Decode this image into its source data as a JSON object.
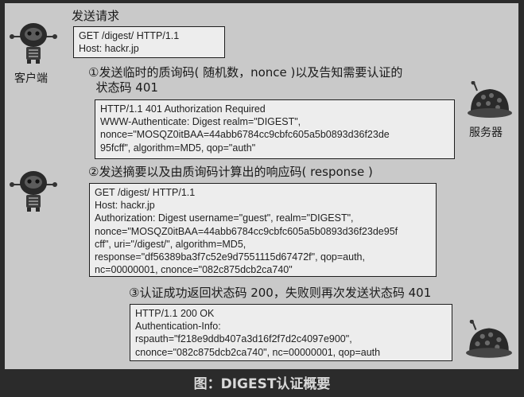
{
  "figure": {
    "caption": "图：DIGEST认证概要"
  },
  "client_label": "客户端",
  "server_label": "服务器",
  "steps": [
    {
      "heading": "发送请求",
      "message": "GET /digest/ HTTP/1.1\nHost: hackr.jp"
    },
    {
      "heading": "①发送临时的质询码( 随机数，nonce )以及告知需要认证的\n  状态码 401",
      "message": "HTTP/1.1 401 Authorization Required\nWWW-Authenticate: Digest realm=\"DIGEST\",\nnonce=\"MOSQZ0itBAA=44abb6784cc9cbfc605a5b0893d36f23de\n95fcff\", algorithm=MD5, qop=\"auth\""
    },
    {
      "heading": "②发送摘要以及由质询码计算出的响应码( response )",
      "message": "GET /digest/ HTTP/1.1\nHost: hackr.jp\nAuthorization: Digest username=\"guest\", realm=\"DIGEST\",\nnonce=\"MOSQZ0itBAA=44abb6784cc9cbfc605a5b0893d36f23de95f\ncff\", uri=\"/digest/\", algorithm=MD5,\nresponse=\"df56389ba3f7c52e9d7551115d67472f\", qop=auth,\nnc=00000001, cnonce=\"082c875dcb2ca740\""
    },
    {
      "heading": "③认证成功返回状态码 200，失败则再次发送状态码 401",
      "message": "HTTP/1.1 200 OK\nAuthentication-Info:\nrspauth=\"f218e9ddb407a3d16f2f7d2c4097e900\",\ncnonce=\"082c875dcb2ca740\", nc=00000001, qop=auth"
    }
  ]
}
